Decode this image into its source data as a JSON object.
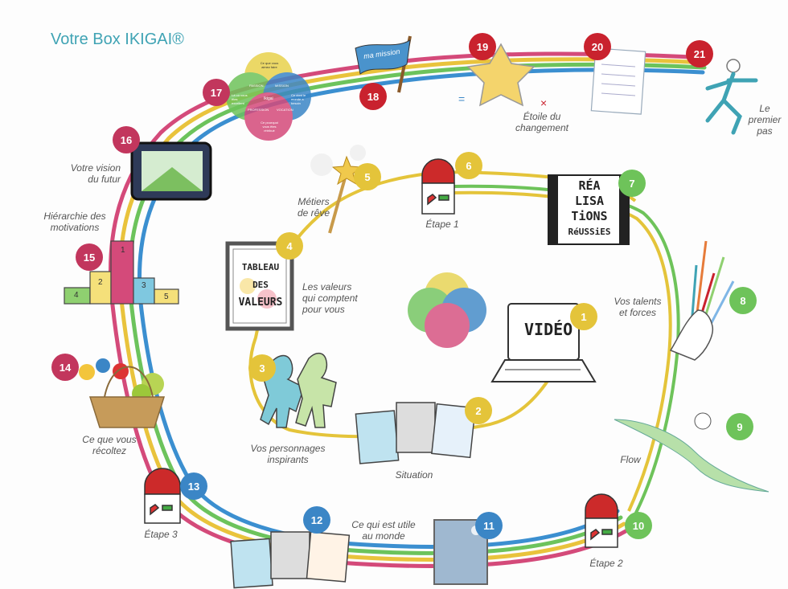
{
  "title": "Votre Box IKIGAI®",
  "colors": {
    "yellow": "#e4c43a",
    "green": "#6ec35a",
    "blue": "#3b86c6",
    "red": "#c9222e",
    "pink": "#c2365d",
    "teal": "#3fa3b4",
    "rainbow": [
      "#d44a7a",
      "#e9c33c",
      "#6cc35c",
      "#3b8fd0"
    ]
  },
  "inner_steps": [
    {
      "num": "1",
      "label": "",
      "color": "#e4c43a"
    },
    {
      "num": "2",
      "label": "Situation",
      "color": "#e4c43a"
    },
    {
      "num": "3",
      "label": "Vos personnages inspirants",
      "color": "#e4c43a"
    },
    {
      "num": "4",
      "label": "Les valeurs qui comptent pour vous",
      "color": "#e4c43a"
    },
    {
      "num": "5",
      "label": "Métiers de rêve",
      "color": "#e4c43a"
    },
    {
      "num": "6",
      "label": "Étape 1",
      "color": "#e4c43a"
    },
    {
      "num": "7",
      "label": "",
      "color": "#6ec35a"
    },
    {
      "num": "8",
      "label": "Vos talents et forces",
      "color": "#6ec35a"
    },
    {
      "num": "9",
      "label": "Flow",
      "color": "#6ec35a"
    },
    {
      "num": "10",
      "label": "Étape 2",
      "color": "#6ec35a"
    },
    {
      "num": "11",
      "label": "Ce qui est utile au monde",
      "color": "#3b86c6"
    },
    {
      "num": "12",
      "label": "",
      "color": "#3b86c6"
    },
    {
      "num": "13",
      "label": "Étape 3",
      "color": "#3b86c6"
    },
    {
      "num": "14",
      "label": "Ce que vous récoltez",
      "color": "#c2365d"
    },
    {
      "num": "15",
      "label": "Hiérarchie des motivations",
      "color": "#c2365d"
    },
    {
      "num": "16",
      "label": "Votre vision du futur",
      "color": "#c2365d"
    },
    {
      "num": "17",
      "label": "",
      "color": "#c2365d"
    },
    {
      "num": "18",
      "label": "",
      "color": "#c9222e"
    },
    {
      "num": "19",
      "label": "Étoile du changement",
      "color": "#c9222e"
    },
    {
      "num": "20",
      "label": "",
      "color": "#c9222e"
    },
    {
      "num": "21",
      "label": "Le premier pas",
      "color": "#c9222e"
    }
  ],
  "illustrations": {
    "video_text": "VIDÉO",
    "realisations_lines": [
      "RÉA",
      "LISA",
      "TiONS",
      "RéUSSiES"
    ],
    "tableau_lines": [
      "TABLEAU",
      "DES",
      "VALEURS"
    ],
    "flag_text": "ma mission",
    "podium": [
      "4",
      "2",
      "1",
      "3",
      "5"
    ],
    "venn_labels": [
      "Ce que vous aimez faire",
      "PASSION",
      "MISSION",
      "Ce dont le monde a besoin",
      "Là où vous êtes excellent",
      "Ikigai",
      "PROFESSION",
      "VOCATION",
      "Ce pourquoi vous êtes rétribué"
    ]
  }
}
